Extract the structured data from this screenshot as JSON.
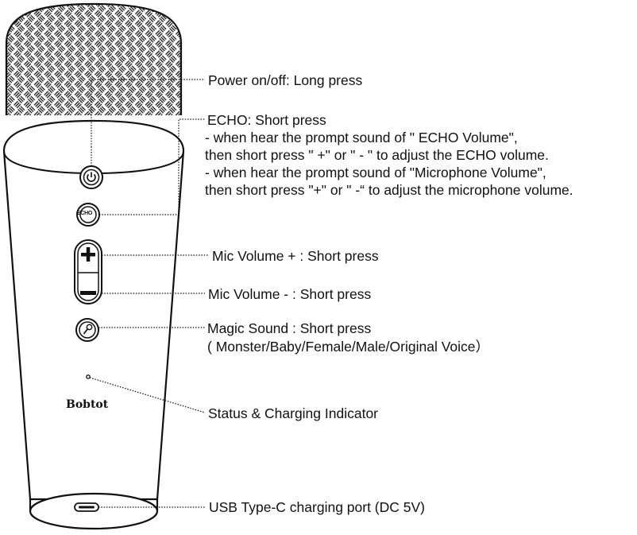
{
  "device": {
    "brand": "Bobtot",
    "echo_button_text": "ECHO"
  },
  "callouts": {
    "power": "Power on/off: Long press",
    "echo": {
      "title": "ECHO:  Short press",
      "lines": [
        "- when hear the prompt sound of \" ECHO Volume\",",
        "then short press \" +\" or \" - \" to adjust the ECHO volume.",
        "- when hear the prompt sound of \"Microphone Volume\",",
        "then short press \"+\" or \" -“ to adjust the microphone volume."
      ]
    },
    "vol_up": "Mic Volume + : Short press",
    "vol_down": "Mic Volume -  : Short press",
    "magic": {
      "title": "Magic Sound : Short press",
      "detail": "( Monster/Baby/Female/Male/Original Voice）"
    },
    "status": "Status & Charging Indicator",
    "usb": "USB Type-C charging port (DC 5V)"
  },
  "icons": {
    "power": "power-icon",
    "echo": "echo-button-icon",
    "plus": "plus-icon",
    "minus": "minus-icon",
    "magic": "microphone-icon",
    "usb": "usb-c-port-icon"
  }
}
